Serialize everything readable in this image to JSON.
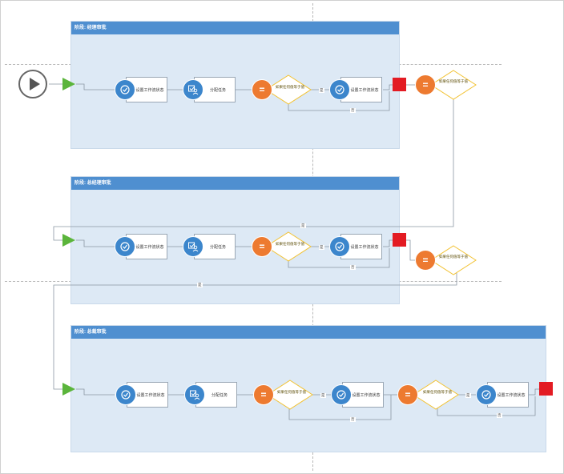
{
  "stages": [
    {
      "title": "阶段: 经理审批"
    },
    {
      "title": "阶段: 总经理审批"
    },
    {
      "title": "阶段: 总裁审批"
    }
  ],
  "labels": {
    "set_status": "设置工作流状态",
    "assign_task": "分配任务",
    "condition": "如果任何值等于值",
    "yes": "是",
    "no": "否"
  },
  "colors": {
    "stage_header": "#4f8fd0",
    "stage_bg": "#dde9f5",
    "action_blue": "#3c86cc",
    "condition_orange": "#ed7a30",
    "end_red": "#e31b23",
    "start_green": "#5bb53b",
    "diamond_stroke": "#f2c232"
  }
}
